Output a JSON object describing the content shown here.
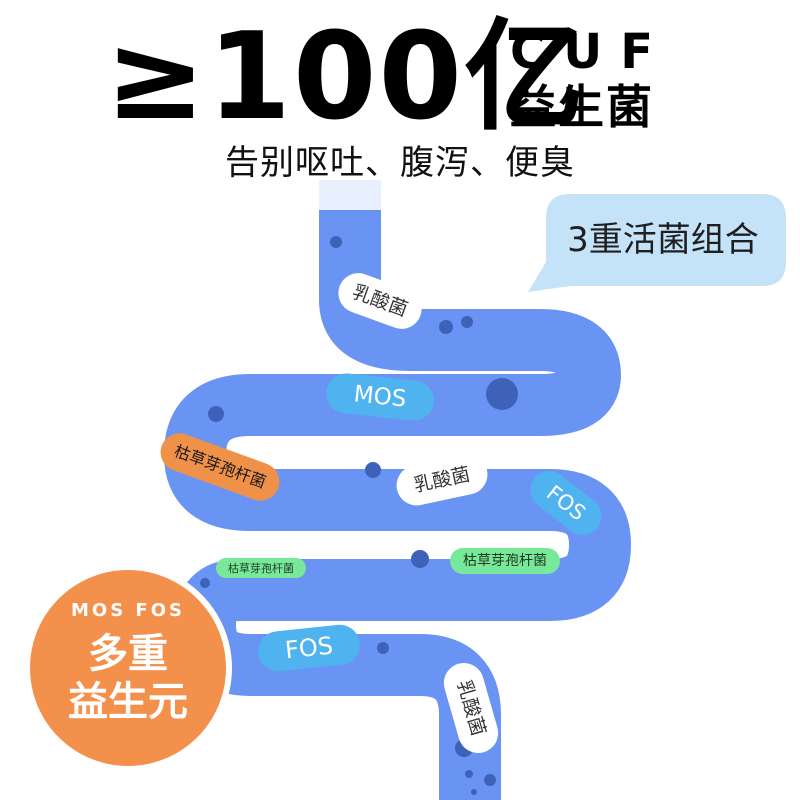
{
  "headline": {
    "amount": "≥100亿",
    "unit": "CUF",
    "unit_name": "益生菌"
  },
  "subheadline": "告别呕吐、腹泻、便臭",
  "callout": "3重活菌组合",
  "pills": [
    {
      "text": "乳酸菌"
    },
    {
      "text": "MOS"
    },
    {
      "text": "枯草芽孢杆菌"
    },
    {
      "text": "乳酸菌"
    },
    {
      "text": "FOS"
    },
    {
      "text": "枯草芽孢杆菌"
    },
    {
      "text": "枯草芽孢杆菌"
    },
    {
      "text": "FOS"
    },
    {
      "text": "乳酸菌"
    }
  ],
  "badge": {
    "top": "MOS FOS",
    "line1": "多重",
    "line2": "益生元"
  },
  "colors": {
    "intestine": "#6a94f4",
    "intestine_dots": "#3d62b8",
    "callout_bg": "#c4e3f8",
    "badge_fill": "#f3914c",
    "badge_ring": "#ffffff",
    "pill_blue": "#4fb3ef",
    "pill_orange": "#f0914a",
    "pill_green": "#78e89a"
  }
}
